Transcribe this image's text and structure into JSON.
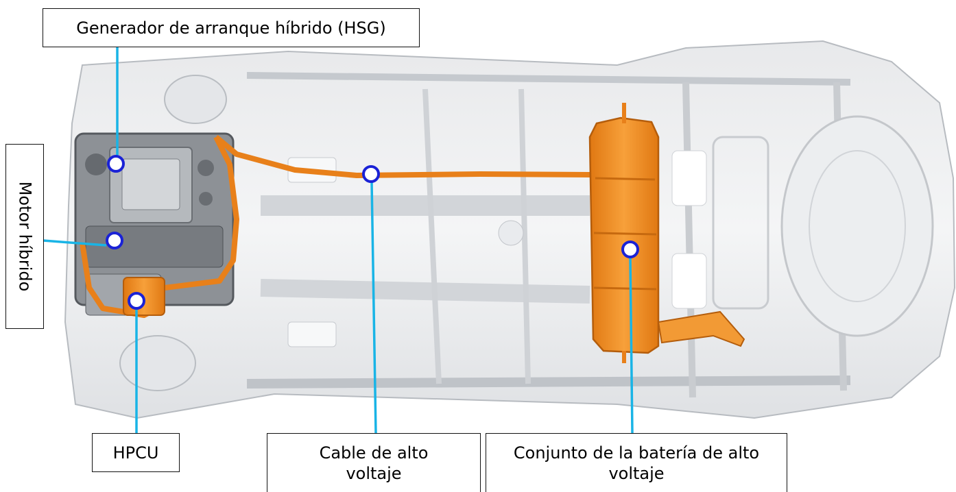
{
  "callouts": {
    "hsg": "Generador de arranque híbrido (HSG)",
    "motor": "Motor híbrido",
    "hpcu": "HPCU",
    "cable_line1": "Cable de alto",
    "cable_line2": "voltaje",
    "battery_line1": "Conjunto de la batería de alto",
    "battery_line2": "voltaje"
  },
  "colors": {
    "leader": "#19b4e6",
    "marker_stroke": "#1a22d6",
    "hv_orange": "#f08a1c",
    "chassis": "#c9ccd0"
  }
}
